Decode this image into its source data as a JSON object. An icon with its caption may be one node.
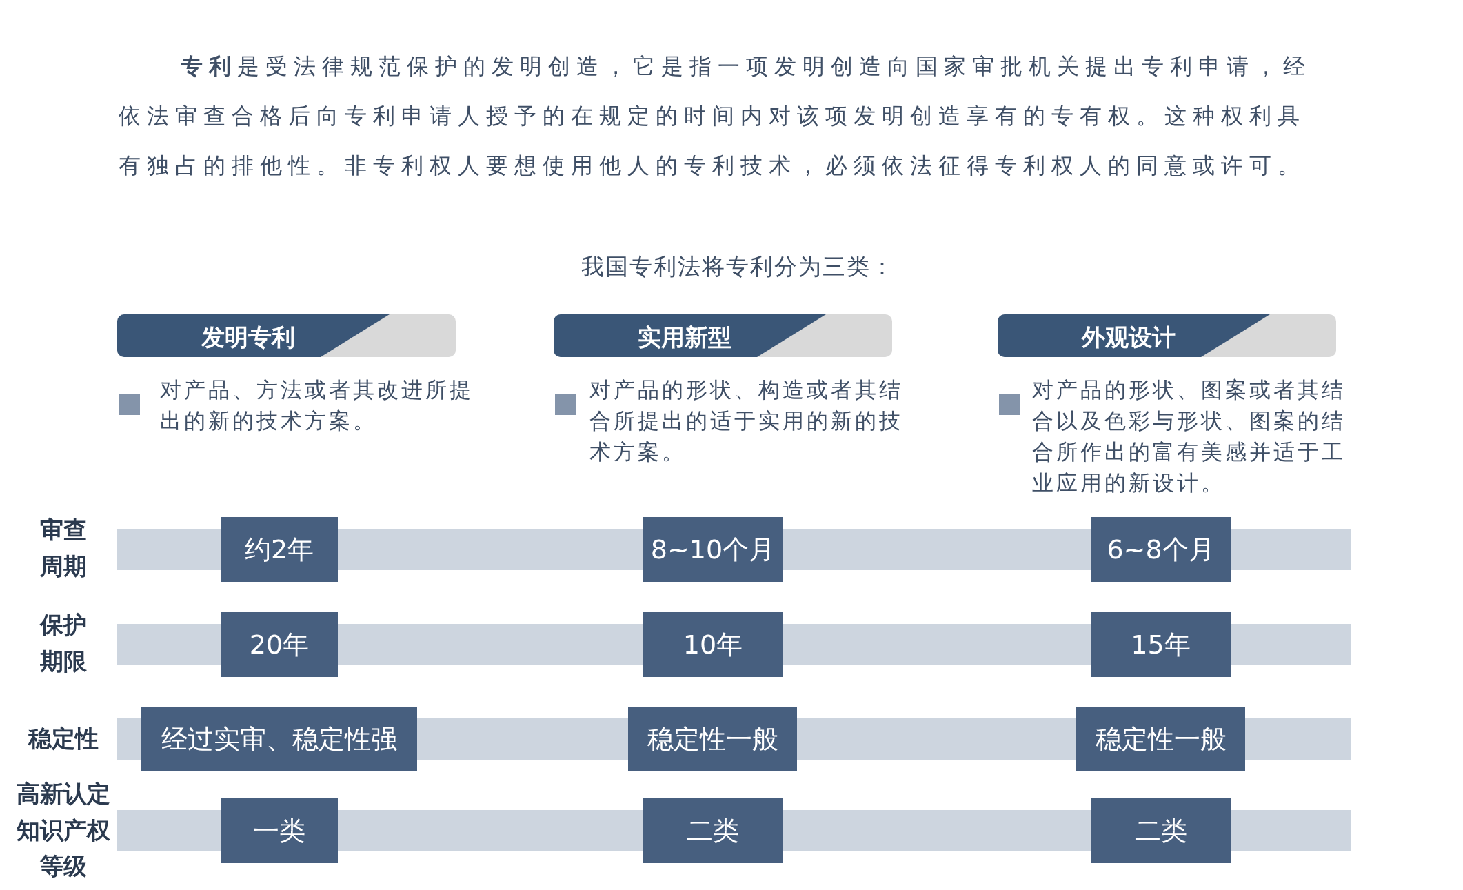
{
  "diagram": {
    "nodes": [
      {
        "text": [
          "发明专利"
        ]
      },
      {
        "text": [
          "实用新型"
        ]
      },
      {
        "text": [
          "外观设计"
        ]
      },
      {
        "text": [
          "约2年"
        ]
      },
      {
        "text": [
          "8~10个月"
        ]
      },
      {
        "text": [
          "6~8个月"
        ]
      },
      {
        "text": [
          "20年"
        ]
      },
      {
        "text": [
          "10年"
        ]
      },
      {
        "text": [
          "15年"
        ]
      },
      {
        "text": [
          "经过实审、稳定性强"
        ]
      },
      {
        "text": [
          "稳定性一般"
        ]
      },
      {
        "text": [
          "稳定性一般"
        ]
      },
      {
        "text": [
          "一类"
        ]
      },
      {
        "text": [
          "二类"
        ]
      },
      {
        "text": [
          "二类"
        ]
      },
      {
        "text": [],
        "shape": "bar"
      },
      {
        "text": [],
        "shape": "bar"
      },
      {
        "text": [],
        "shape": "bar"
      },
      {
        "text": [],
        "shape": "bar"
      }
    ],
    "labels": [
      "**专利**是受法律规范保护的发明创造，它是指一项发明创造向国家审批机关提出专利申请，经依法审查合格后向专利申请人授予的在规定的时间内对该项发明创造享有的专有权。这种权利具有独占的排他性。非专利权人要想使用他人的专利技术，必须依法征得专利权人的同意或许可。",
      "我国专利法将专利分为三类：",
      "对产品、方法或者其改进所提出的新的技术方案。",
      "对产品的形状、构造或者其结合所提出的适于实用的新的技术方案。",
      "对产品的形状、图案或者其结合以及色彩与形状、图案的结合所作出的富有美感并适于工业应用的新设计。",
      "审查周期",
      "保护期限",
      "稳定性",
      "高新认定知识产权等级"
    ]
  }
}
